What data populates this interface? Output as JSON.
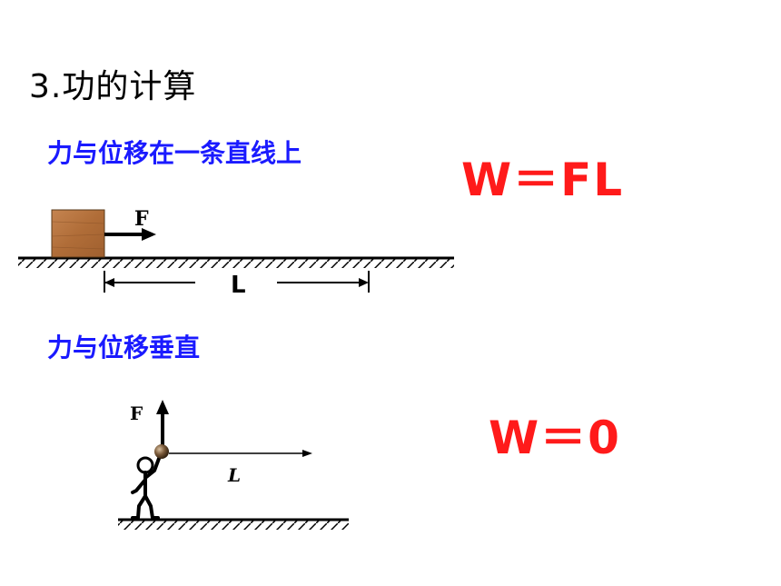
{
  "slide": {
    "title": "3.功的计算",
    "case1": {
      "heading": "力与位移在一条直线上",
      "force_label": "F",
      "displacement_label": "L",
      "formula": "W＝FL"
    },
    "case2": {
      "heading": "力与位移垂直",
      "force_label": "F",
      "displacement_label": "L",
      "formula": "W＝0"
    }
  },
  "colors": {
    "heading": "#1a1aff",
    "formula": "#ff1a1a",
    "box": "#b5713c"
  }
}
